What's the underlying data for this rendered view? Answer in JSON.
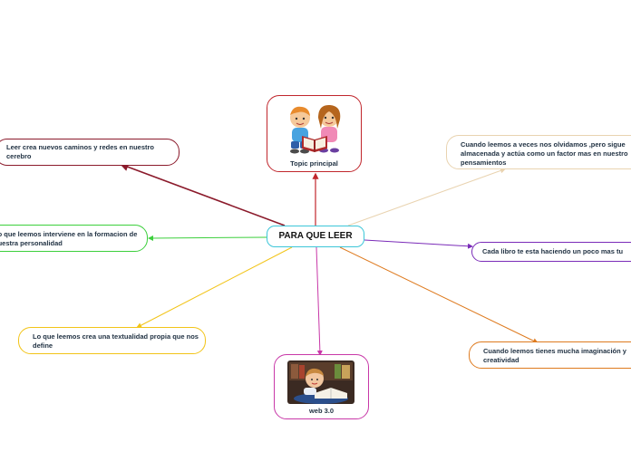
{
  "center": {
    "label": "PARA QUE LEER",
    "color": "#3cc6d8"
  },
  "topics": [
    {
      "id": "topic-principal",
      "label": "Topic principal",
      "color": "#c0262c",
      "image": "children-reading-book-illustration"
    },
    {
      "id": "nuevos-caminos",
      "label": "Leer crea nuevos caminos y redes en nuestro cerebro",
      "color": "#8b1a2b"
    },
    {
      "id": "personalidad",
      "label": "Lo que leemos interviene en la formacion de nuestra personalidad",
      "color": "#3ccf3c"
    },
    {
      "id": "textualidad",
      "label": "Lo que leemos crea una textualidad propia que nos define",
      "color": "#f2c418"
    },
    {
      "id": "web",
      "label": "web 3.0",
      "color": "#c838a8",
      "image": "child-reading-photo"
    },
    {
      "id": "imaginacion",
      "label": "Cuando leemos tienes mucha imaginación y creatividad",
      "color": "#de7a1e"
    },
    {
      "id": "cada-libro",
      "label": "Cada libro te esta haciendo un poco mas tu",
      "color": "#7a2bb8"
    },
    {
      "id": "olvidamos",
      "label": "Cuando leemos a veces nos olvidamos ,pero sigue almacenada y actúa como un factor mas en nuestro pensamientos",
      "color": "#e9d3b0"
    }
  ]
}
